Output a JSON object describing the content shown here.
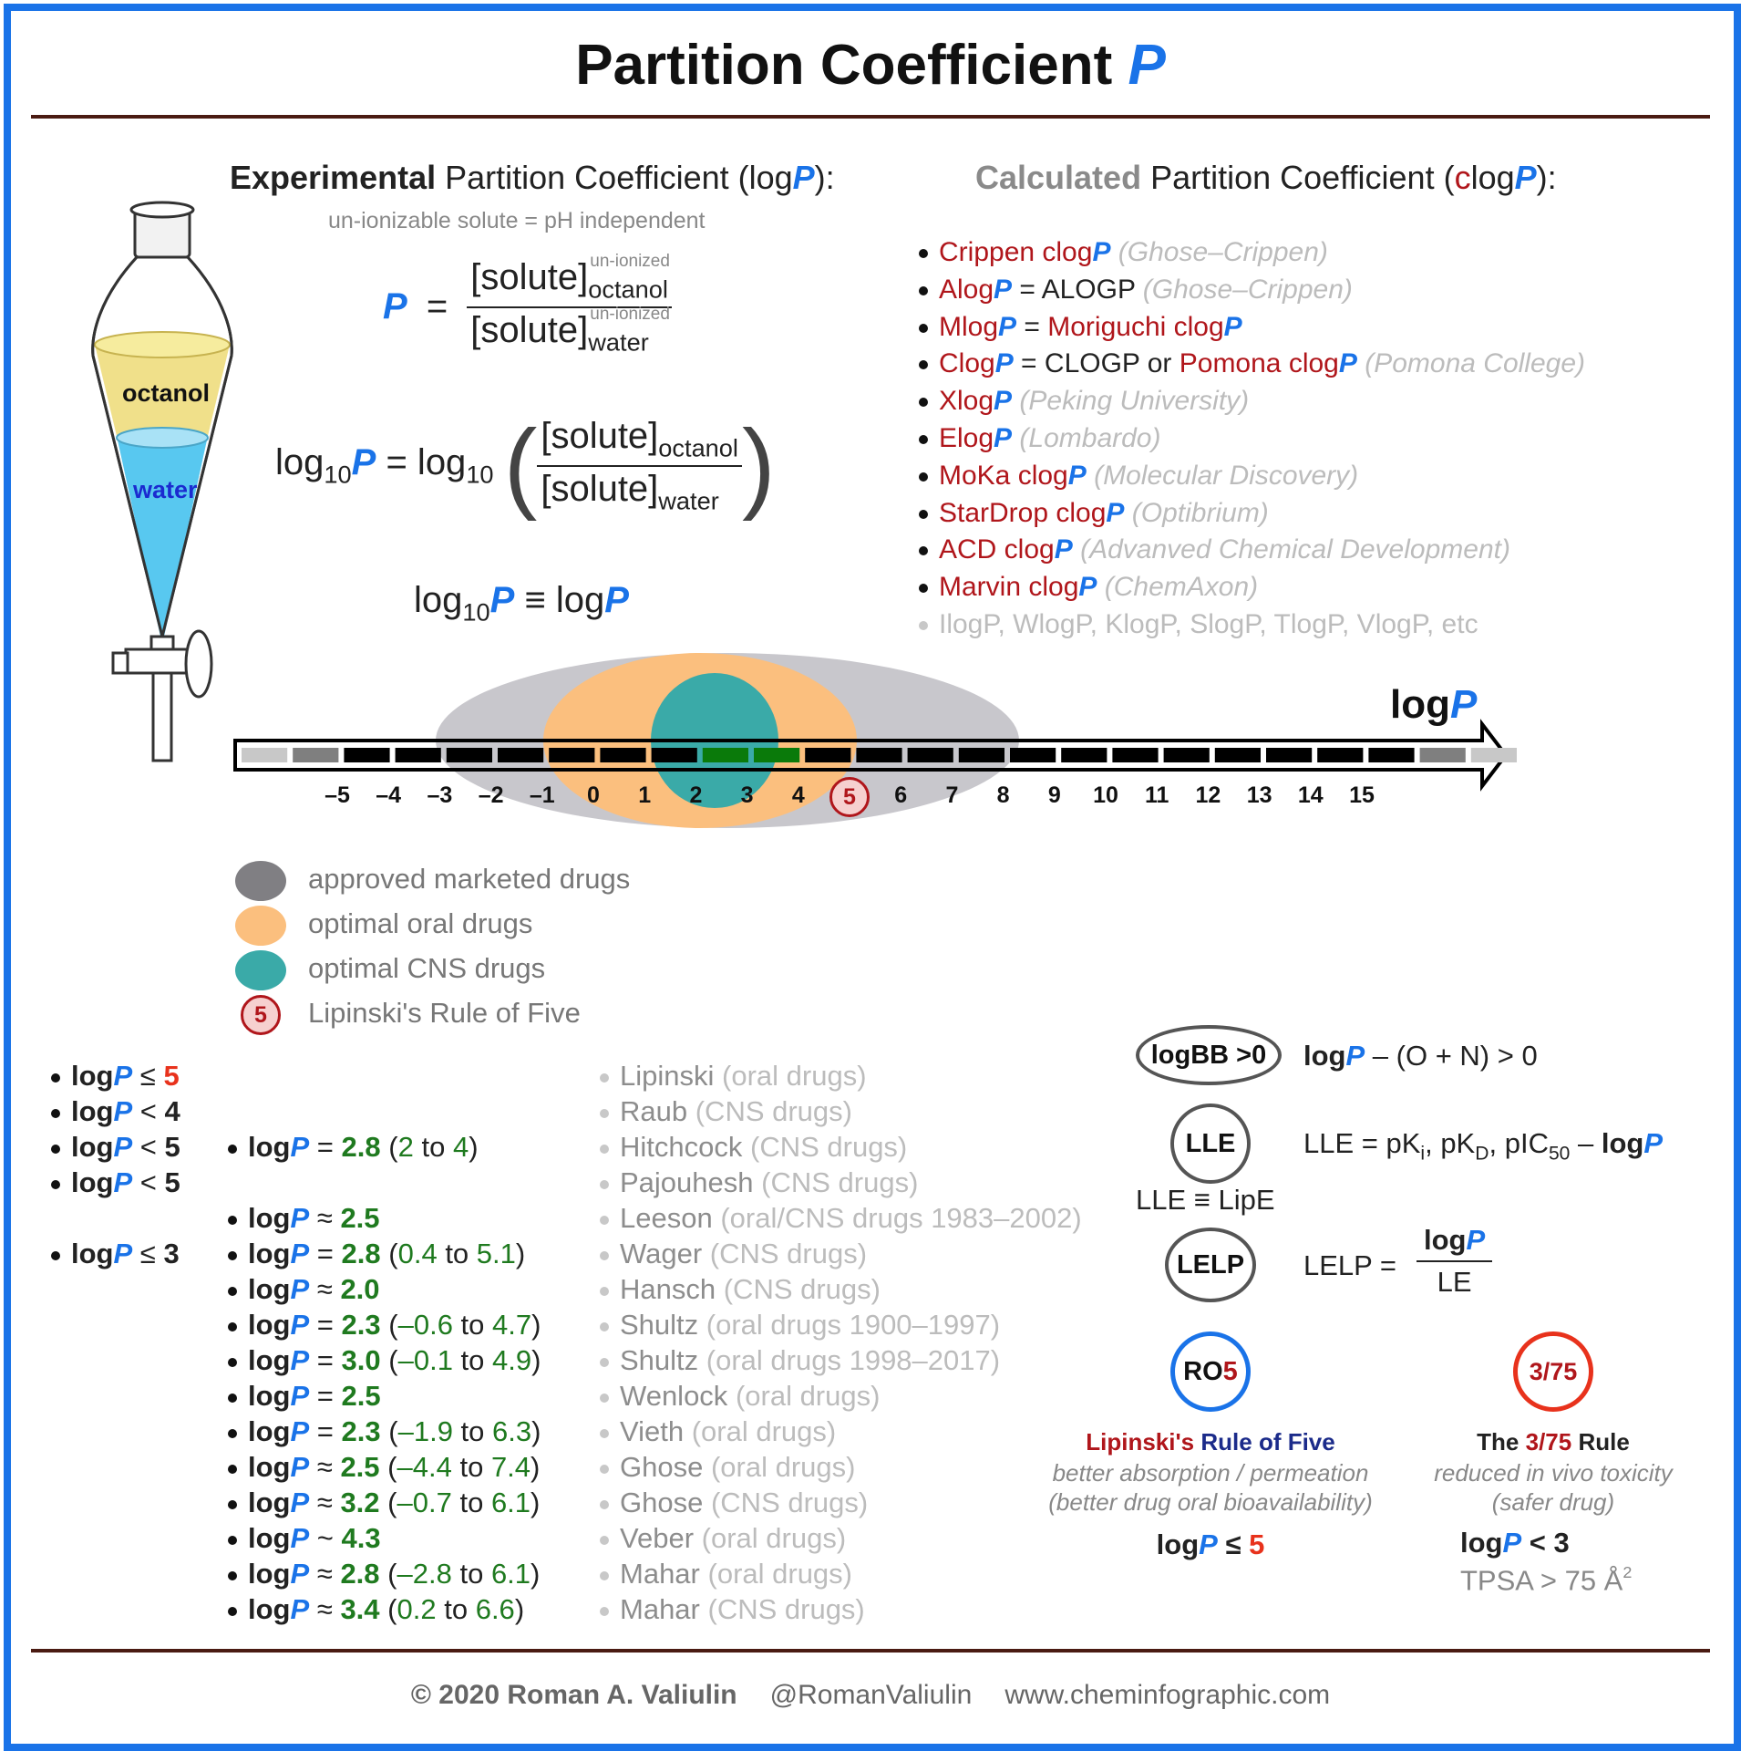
{
  "title": {
    "main": "Partition Coefficient",
    "symbol": "P"
  },
  "experimental": {
    "header_bold": "Experimental",
    "header_rest": "Partition Coefficient (log",
    "header_P": "P",
    "header_close": "):",
    "note": "un-ionizable solute = pH independent",
    "eq1_lhs": "P",
    "eq1_equals": "=",
    "solute": "[solute]",
    "unionized": "un-ionized",
    "octanol": "octanol",
    "water": "water",
    "eq2_log": "log",
    "eq2_10": "10",
    "eq2_equals": "= log",
    "eq3_rhs": "≡ log"
  },
  "funnel": {
    "octanol_label": "octanol",
    "water_label": "water"
  },
  "calculated": {
    "header_bold": "Calculated",
    "header_rest": "Partition Coefficient (",
    "header_c": "c",
    "header_log": "log",
    "header_P": "P",
    "header_close": "):",
    "items": [
      {
        "a": "Crippen clog",
        "p": "P",
        "mid": "",
        "b": "",
        "p2": "",
        "note": "(Ghose–Crippen)"
      },
      {
        "a": "Alog",
        "p": "P",
        "mid": " = ALOGP",
        "b": "",
        "p2": "",
        "note": "(Ghose–Crippen)"
      },
      {
        "a": "Mlog",
        "p": "P",
        "mid": " = ",
        "b": "Moriguchi clog",
        "p2": "P",
        "note": ""
      },
      {
        "a": "Clog",
        "p": "P",
        "mid": " = CLOGP or ",
        "b": "Pomona clog",
        "p2": "P",
        "note": "(Pomona College)"
      },
      {
        "a": "Xlog",
        "p": "P",
        "mid": "",
        "b": "",
        "p2": "",
        "note": "(Peking University)"
      },
      {
        "a": "Elog",
        "p": "P",
        "mid": "",
        "b": "",
        "p2": "",
        "note": "(Lombardo)"
      },
      {
        "a": "MoKa clog",
        "p": "P",
        "mid": "",
        "b": "",
        "p2": "",
        "note": "(Molecular Discovery)"
      },
      {
        "a": "StarDrop clog",
        "p": "P",
        "mid": "",
        "b": "",
        "p2": "",
        "note": "(Optibrium)"
      },
      {
        "a": "ACD clog",
        "p": "P",
        "mid": "",
        "b": "",
        "p2": "",
        "note": "(Advanved Chemical Development)"
      },
      {
        "a": "Marvin clog",
        "p": "P",
        "mid": "",
        "b": "",
        "p2": "",
        "note": "(ChemAxon)"
      }
    ],
    "last_item": "IlogP, WlogP, KlogP, SlogP, TlogP, VlogP, etc"
  },
  "scale": {
    "label_log": "log",
    "label_P": "P",
    "ticks": [
      "–5",
      "–4",
      "–3",
      "–2",
      "–1",
      "0",
      "1",
      "2",
      "3",
      "4",
      "5",
      "6",
      "7",
      "8",
      "9",
      "10",
      "11",
      "12",
      "13",
      "14",
      "15"
    ]
  },
  "legend": [
    {
      "label": "approved marketed drugs",
      "color": "#807f83"
    },
    {
      "label": "optimal oral drugs",
      "color": "#fbbf7e"
    },
    {
      "label": "optimal CNS drugs",
      "color": "#3aaaa8"
    },
    {
      "label": "Lipinski's Rule of Five",
      "badge": "5",
      "color": "#f6d0cf"
    }
  ],
  "rules_left": [
    {
      "log": "log",
      "P": "P",
      "op": " ≤ ",
      "val": "5"
    },
    {
      "log": "log",
      "P": "P",
      "op": " < ",
      "val": "4"
    },
    {
      "log": "log",
      "P": "P",
      "op": " < ",
      "val": "5"
    },
    {
      "log": "log",
      "P": "P",
      "op": " < ",
      "val": "5"
    },
    {
      "log": "log",
      "P": "P",
      "op": " ≤ ",
      "val": "3"
    }
  ],
  "rules_mid": [
    {
      "op": " = ",
      "val": "2.8",
      "range": "(2 to 4)"
    },
    {
      "op": " ≈ ",
      "val": "2.5",
      "range": ""
    },
    {
      "op": " = ",
      "val": "2.8",
      "range": "(0.4 to 5.1)"
    },
    {
      "op": " ≈ ",
      "val": "2.0",
      "range": ""
    },
    {
      "op": " = ",
      "val": "2.3",
      "range": "(–0.6 to 4.7)"
    },
    {
      "op": " = ",
      "val": "3.0",
      "range": "(–0.1 to 4.9)"
    },
    {
      "op": " = ",
      "val": "2.5",
      "range": ""
    },
    {
      "op": " = ",
      "val": "2.3",
      "range": "(–1.9 to 6.3)"
    },
    {
      "op": " ≈ ",
      "val": "2.5",
      "range": "(–4.4 to 7.4)"
    },
    {
      "op": " ≈ ",
      "val": "3.2",
      "range": "(–0.7 to 6.1)"
    },
    {
      "op": " ~ ",
      "val": "4.3",
      "range": ""
    },
    {
      "op": " ≈ ",
      "val": "2.8",
      "range": "(–2.8 to 6.1)"
    },
    {
      "op": " ≈ ",
      "val": "3.4",
      "range": "(0.2 to 6.6)"
    }
  ],
  "sources": [
    {
      "name": "Lipinski",
      "note": "(oral drugs)"
    },
    {
      "name": "Raub",
      "note": "(CNS drugs)"
    },
    {
      "name": "Hitchcock",
      "note": "(CNS drugs)"
    },
    {
      "name": "Pajouhesh",
      "note": "(CNS drugs)"
    },
    {
      "name": "Leeson",
      "note": "(oral/CNS drugs 1983–2002)"
    },
    {
      "name": "Wager",
      "note": "(CNS drugs)"
    },
    {
      "name": "Hansch",
      "note": "(CNS drugs)"
    },
    {
      "name": "Shultz",
      "note": "(oral drugs 1900–1997)"
    },
    {
      "name": "Shultz",
      "note": "(oral drugs 1998–2017)"
    },
    {
      "name": "Wenlock",
      "note": "(oral drugs)"
    },
    {
      "name": "Vieth",
      "note": "(oral drugs)"
    },
    {
      "name": "Ghose",
      "note": "(oral drugs)"
    },
    {
      "name": "Ghose",
      "note": "(CNS drugs)"
    },
    {
      "name": "Veber",
      "note": "(oral drugs)"
    },
    {
      "name": "Mahar",
      "note": "(oral drugs)"
    },
    {
      "name": "Mahar",
      "note": "(CNS drugs)"
    }
  ],
  "metrics": {
    "logbb_badge": "logBB >0",
    "logbb_eq_a": "log",
    "logbb_eq_P": "P",
    "logbb_eq_b": " – (O + N) > 0",
    "lle_badge": "LLE",
    "lle_eq": "LLE = pK",
    "lle_i": "i",
    "lle_kd": ", pK",
    "lle_D": "D",
    "lle_ic": ", pIC",
    "lle_50": "50",
    "lle_minus": " – ",
    "lle_log": "log",
    "lle_P": "P",
    "lle_alias": "LLE ≡ LipE",
    "lelp_badge": "LELP",
    "lelp_eq": "LELP =",
    "lelp_num_log": "log",
    "lelp_num_P": "P",
    "lelp_den": "LE"
  },
  "ro5": {
    "badge_a": "RO",
    "badge_b": "5",
    "title_a": "Lipinski's",
    "title_b": "Rule of Five",
    "line1": "better absorption / permeation",
    "line2": "(better drug oral bioavailability)",
    "rule_log": "log",
    "rule_P": "P",
    "rule_op": " ≤ ",
    "rule_val": "5",
    "color": "#1a73e8"
  },
  "r375": {
    "badge": "3/75",
    "title_a": "The ",
    "title_b": "3/75",
    "title_c": " Rule",
    "line1": "reduced in vivo toxicity",
    "line2": "(safer drug)",
    "rule_log": "log",
    "rule_P": "P",
    "rule_rest": " < 3",
    "tpsa": "TPSA > 75 Å",
    "tpsa_sup": "2",
    "color": "#e8321c"
  },
  "footer": {
    "copyright": "© 2020 Roman A. Valiulin",
    "handle": "@RomanValiulin",
    "site": "www.cheminfographic.com"
  }
}
